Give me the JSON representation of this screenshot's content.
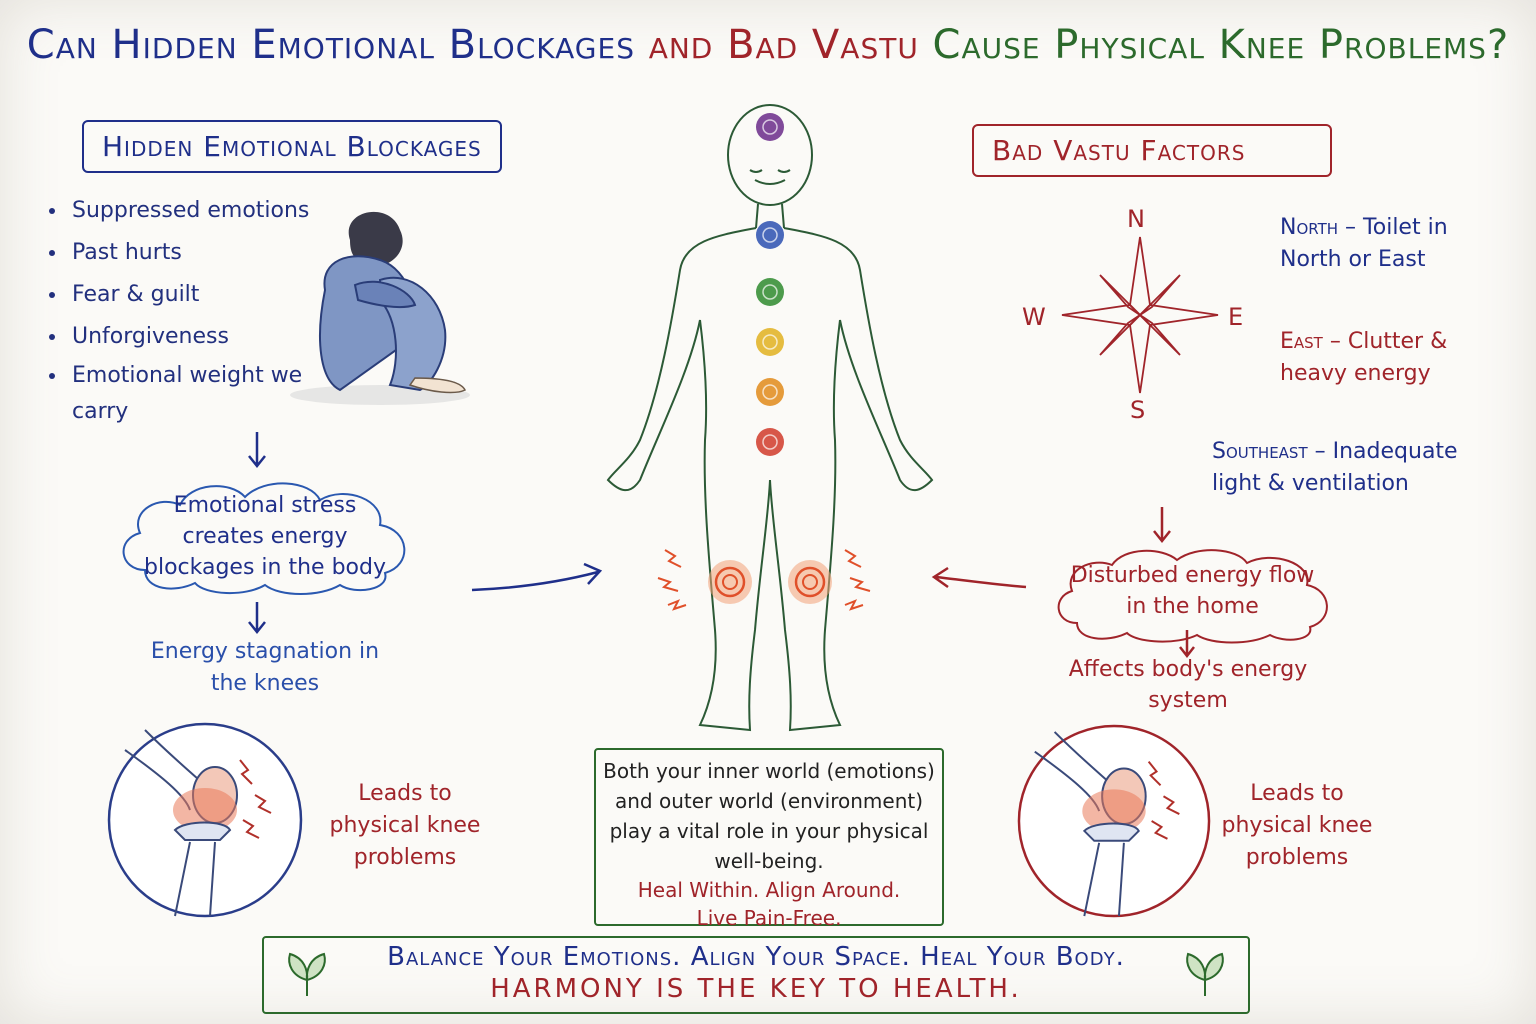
{
  "title": {
    "part1": "Can Hidden Emotional Blockages",
    "part2": "and Bad Vastu",
    "part3": "Cause Physical Knee Problems?"
  },
  "left": {
    "heading": "Hidden Emotional Blockages",
    "bullets": [
      "Suppressed emotions",
      "Past hurts",
      "Fear & guilt",
      "Unforgiveness",
      "Emotional weight we carry"
    ],
    "cloud_text": "Emotional stress creates energy blockages in the body",
    "stagnation_text": "Energy stagnation in the knees",
    "leads_text": "Leads to physical knee problems"
  },
  "right": {
    "heading": "Bad Vastu Factors",
    "compass": {
      "n": "N",
      "s": "S",
      "e": "E",
      "w": "W"
    },
    "north_label": "North",
    "north_text": "– Toilet in North or East",
    "east_label": "East",
    "east_text": "– Clutter & heavy energy",
    "southeast_label": "Southeast",
    "southeast_text": "– Inadequate light & ventilation",
    "cloud_text": "Disturbed energy flow in the home",
    "affects_text": "Affects body's energy system",
    "leads_text": "Leads to physical knee problems"
  },
  "center": {
    "chakra_colors": [
      "#6a2a8a",
      "#2a4fb0",
      "#2e8a2e",
      "#e0b020",
      "#e08a1a",
      "#d03a2a"
    ],
    "message": "Both your inner world (emotions) and outer world (environment) play a vital role in your physical well-being.",
    "motto": "Heal Within. Align Around. Live Pain-Free."
  },
  "footer": {
    "line1": "Balance Your Emotions. Align Your Space. Heal Your Body.",
    "line2": "HARMONY IS THE KEY TO HEALTH."
  },
  "colors": {
    "blue": "#1f2f8a",
    "red": "#a0242a",
    "green": "#2c6a2c",
    "knee": "#e8603a"
  }
}
